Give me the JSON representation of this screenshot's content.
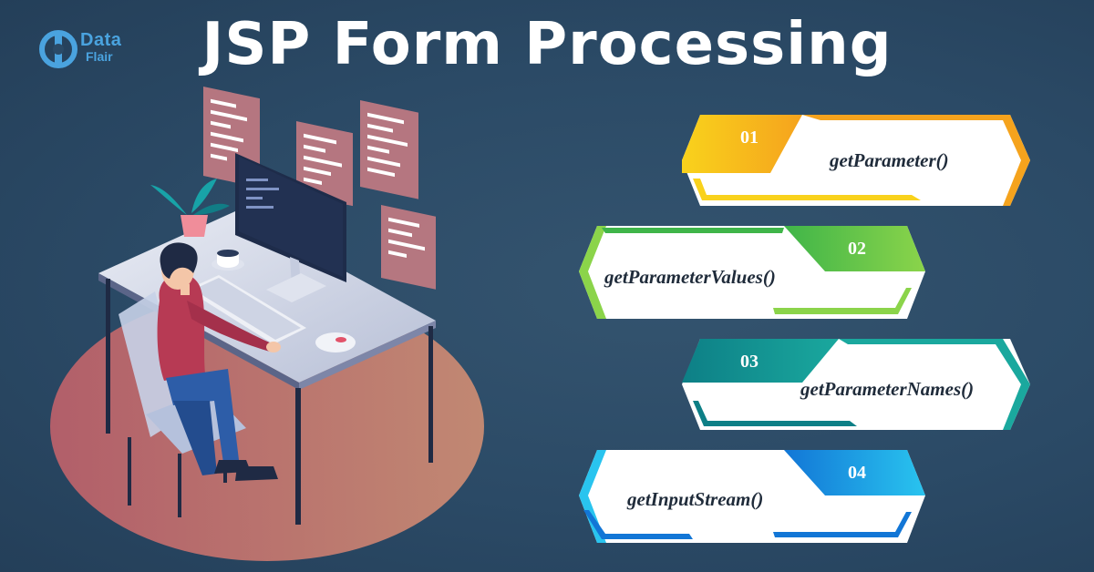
{
  "title": "JSP Form Processing",
  "logo": {
    "line1": "Data",
    "line2": "Flair"
  },
  "items": [
    {
      "number": "01",
      "label": "getParameter()",
      "colors": [
        "#f9d21c",
        "#f5a31d"
      ]
    },
    {
      "number": "02",
      "label": "getParameterValues()",
      "colors": [
        "#8bd44a",
        "#3fb549"
      ]
    },
    {
      "number": "03",
      "label": "getParameterNames()",
      "colors": [
        "#1aa89e",
        "#0d7f86"
      ]
    },
    {
      "number": "04",
      "label": "getInputStream()",
      "colors": [
        "#29c4ef",
        "#1276d6"
      ]
    }
  ],
  "illustration": {
    "subject": "developer-at-desk"
  }
}
